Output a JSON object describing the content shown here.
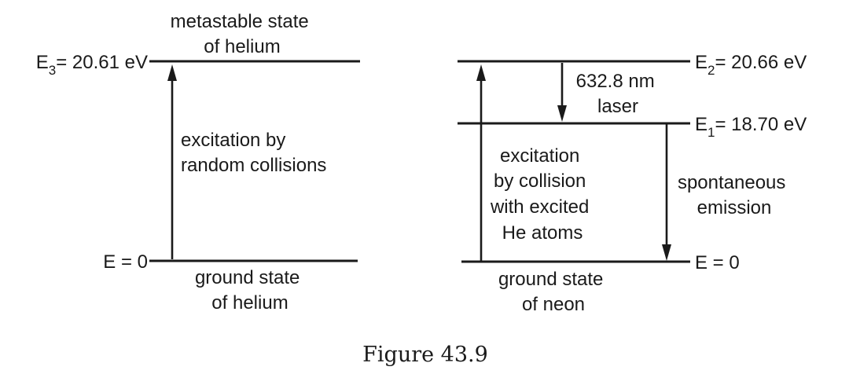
{
  "helium": {
    "top_level": {
      "symbol": "E",
      "subscript": "3",
      "value": "= 20.61 eV"
    },
    "ground_level": {
      "label": "E = 0"
    },
    "metastable_label": [
      "metastable state",
      "of helium"
    ],
    "excitation_label": [
      "excitation by",
      "random collisions"
    ],
    "ground_label": [
      "ground state",
      "of helium"
    ]
  },
  "neon": {
    "top_level": {
      "symbol": "E",
      "subscript": "2",
      "value": "= 20.66 eV"
    },
    "mid_level": {
      "symbol": "E",
      "subscript": "1",
      "value": "= 18.70 eV"
    },
    "ground_level": {
      "label": "E = 0"
    },
    "laser_label": [
      "632.8 nm",
      "laser"
    ],
    "excitation_label": [
      "excitation",
      "by collision",
      "with excited",
      "He atoms"
    ],
    "spontaneous_label": [
      "spontaneous",
      "emission"
    ],
    "ground_label": [
      "ground state",
      "of neon"
    ]
  },
  "caption": "Figure 43.9"
}
